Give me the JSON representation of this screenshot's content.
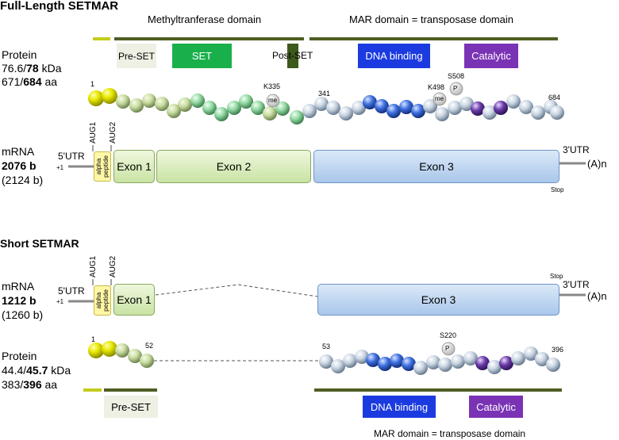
{
  "full": {
    "title": "Full-Length SETMAR",
    "domain_left": "Methyltranferase domain",
    "domain_right": "MAR domain = transposase domain",
    "protein_label": "Protein",
    "mw": {
      "a": "76.6/",
      "b": "78",
      "c": " kDa"
    },
    "aa": {
      "a": "671/",
      "b": "684",
      "c": " aa"
    },
    "mrna_label": "mRNA",
    "mrna_size": "2076 b",
    "mrna_alt": "(2124 b)",
    "boxes": {
      "preset": "Pre-SET",
      "set": "SET",
      "postset": "Post-SET",
      "dna": "DNA binding",
      "cat": "Catalytic"
    },
    "beads": {
      "n1": "1",
      "k335": "K335",
      "n341": "341",
      "k498": "K498",
      "s508": "S508",
      "n684": "684",
      "me": "me",
      "p": "P"
    },
    "utr5": "5'UTR",
    "plus1": "+1",
    "aug1": "AUG1",
    "aug2": "AUG2",
    "alpha": "alpha\npeptide",
    "exon1": "Exon 1",
    "exon2": "Exon 2",
    "exon3": "Exon 3",
    "utr3": "3'UTR",
    "polya": "(A)n",
    "stop": "Stop"
  },
  "short": {
    "title": "Short SETMAR",
    "mrna_label": "mRNA",
    "mrna_size": "1212 b",
    "mrna_alt": "(1260 b)",
    "utr5": "5'UTR",
    "plus1": "+1",
    "aug1": "AUG1",
    "aug2": "AUG2",
    "alpha": "alpha\npeptide",
    "exon1": "Exon 1",
    "exon3": "Exon 3",
    "stop": "Stop",
    "utr3": "3'UTR",
    "polya": "(A)n",
    "protein_label": "Protein",
    "mw": {
      "a": "44.4/",
      "b": "45.7",
      "c": " kDa"
    },
    "aa": {
      "a": "383/",
      "b": "396",
      "c": " aa"
    },
    "beads": {
      "n1": "1",
      "n52": "52",
      "n53": "53",
      "s220": "S220",
      "n396": "396",
      "p": "P"
    },
    "boxes": {
      "preset": "Pre-SET",
      "dna": "DNA binding",
      "cat": "Catalytic"
    },
    "domain_bottom": "MAR domain = transposase domain"
  },
  "colors": {
    "olive": "#4e5e23",
    "lime": "#c4cc1c",
    "set_green": "#19b04b",
    "blue_box": "#1b3be0",
    "purple_box": "#7a33b4",
    "preset_bg": "#eef0e4",
    "postset": "#3c5a1c"
  }
}
